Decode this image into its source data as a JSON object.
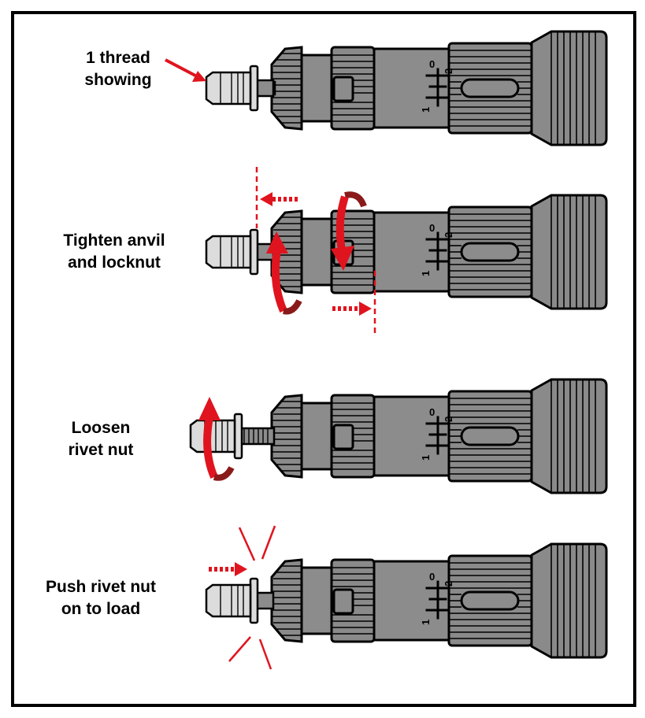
{
  "colors": {
    "tool_body": "#8c8c8c",
    "knurl": "#8a8a8a",
    "rivet": "#dcdcdc",
    "accent_red": "#e0141e",
    "outline": "#000000"
  },
  "scale_marks": {
    "zero": "0",
    "one": "1",
    "two": "2"
  },
  "steps": [
    {
      "label_line1": "1 thread",
      "label_line2": "showing",
      "icon": "arrow-pointer-icon"
    },
    {
      "label_line1": "Tighten anvil",
      "label_line2": "and locknut",
      "icon": "rotate-arrow-icon"
    },
    {
      "label_line1": "Loosen",
      "label_line2": "rivet nut",
      "icon": "rotate-arrow-icon"
    },
    {
      "label_line1": "Push rivet nut",
      "label_line2": "on to load",
      "icon": "push-arrow-icon"
    }
  ]
}
